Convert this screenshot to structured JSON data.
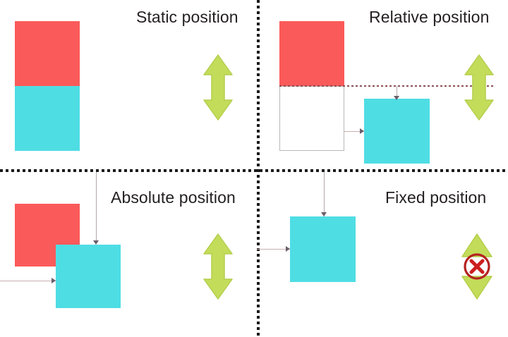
{
  "diagram": {
    "title": "CSS position property illustration",
    "background": "#ffffff",
    "colors": {
      "red_box": "#fb5a5a",
      "cyan_box": "#4fdde4",
      "green_arrow": "#c3dc5a",
      "green_arrow_stroke": "#b4cf4c",
      "outline_box_border": "#b9b9b9",
      "connector_line": "#c9aeb0",
      "divider_dots": "#1a1a1a",
      "title_text": "#231f20",
      "forbidden_mark": "#cc1f1f",
      "forbidden_ring": "#b5221f"
    },
    "dividers": {
      "vertical_label": "vertical-dotted-divider",
      "horizontal_label": "horizontal-dotted-divider"
    },
    "quadrants": [
      {
        "id": "static",
        "title": "Static position",
        "boxes": [
          {
            "name": "red-box",
            "fill": "#fb5a5a"
          },
          {
            "name": "cyan-box",
            "fill": "#4fdde4"
          }
        ],
        "indicator": "green-double-arrow"
      },
      {
        "id": "relative",
        "title": "Relative position",
        "boxes": [
          {
            "name": "red-box",
            "fill": "#fb5a5a"
          },
          {
            "name": "outline-placeholder-box",
            "fill": "#ffffff"
          },
          {
            "name": "cyan-box",
            "fill": "#4fdde4"
          }
        ],
        "indicator": "green-double-arrow"
      },
      {
        "id": "absolute",
        "title": "Absolute position",
        "boxes": [
          {
            "name": "red-box",
            "fill": "#fb5a5a"
          },
          {
            "name": "cyan-box",
            "fill": "#4fdde4"
          }
        ],
        "indicator": "green-double-arrow"
      },
      {
        "id": "fixed",
        "title": "Fixed position",
        "boxes": [
          {
            "name": "cyan-box",
            "fill": "#4fdde4"
          }
        ],
        "indicator": "green-double-arrow-with-forbidden-mark"
      }
    ]
  }
}
